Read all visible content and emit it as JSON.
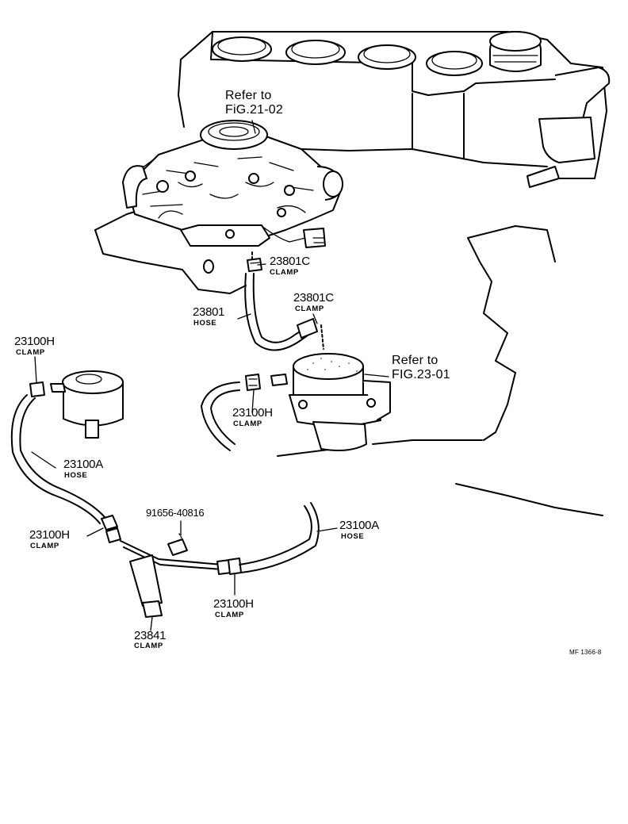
{
  "labels": {
    "refer_carb_line1": "Refer to",
    "refer_carb_line2": "FiG.21-02",
    "clamp_23801c_top_pn": "23801C",
    "clamp_23801c_top_desc": "CLAMP",
    "clamp_23801c_mid_pn": "23801C",
    "clamp_23801c_mid_desc": "CLAMP",
    "hose_23801_pn": "23801",
    "hose_23801_desc": "HOSE",
    "refer_pump_line1": "Refer to",
    "refer_pump_line2": "FIG.23-01",
    "clamp_23100h_filter_pn": "23100H",
    "clamp_23100h_filter_desc": "CLAMP",
    "clamp_23100h_pump_pn": "23100H",
    "clamp_23100h_pump_desc": "CLAMP",
    "hose_23100a_left_pn": "23100A",
    "hose_23100a_left_desc": "HOSE",
    "bolt_91656_pn": "91656-40816",
    "clamp_23100h_left_pn": "23100H",
    "clamp_23100h_left_desc": "CLAMP",
    "hose_23100a_right_pn": "23100A",
    "hose_23100a_right_desc": "HOSE",
    "clamp_23100h_bottom_pn": "23100H",
    "clamp_23100h_bottom_desc": "CLAMP",
    "clamp_23841_pn": "23841",
    "clamp_23841_desc": "CLAMP",
    "figure_code": "MF 1366-8"
  }
}
